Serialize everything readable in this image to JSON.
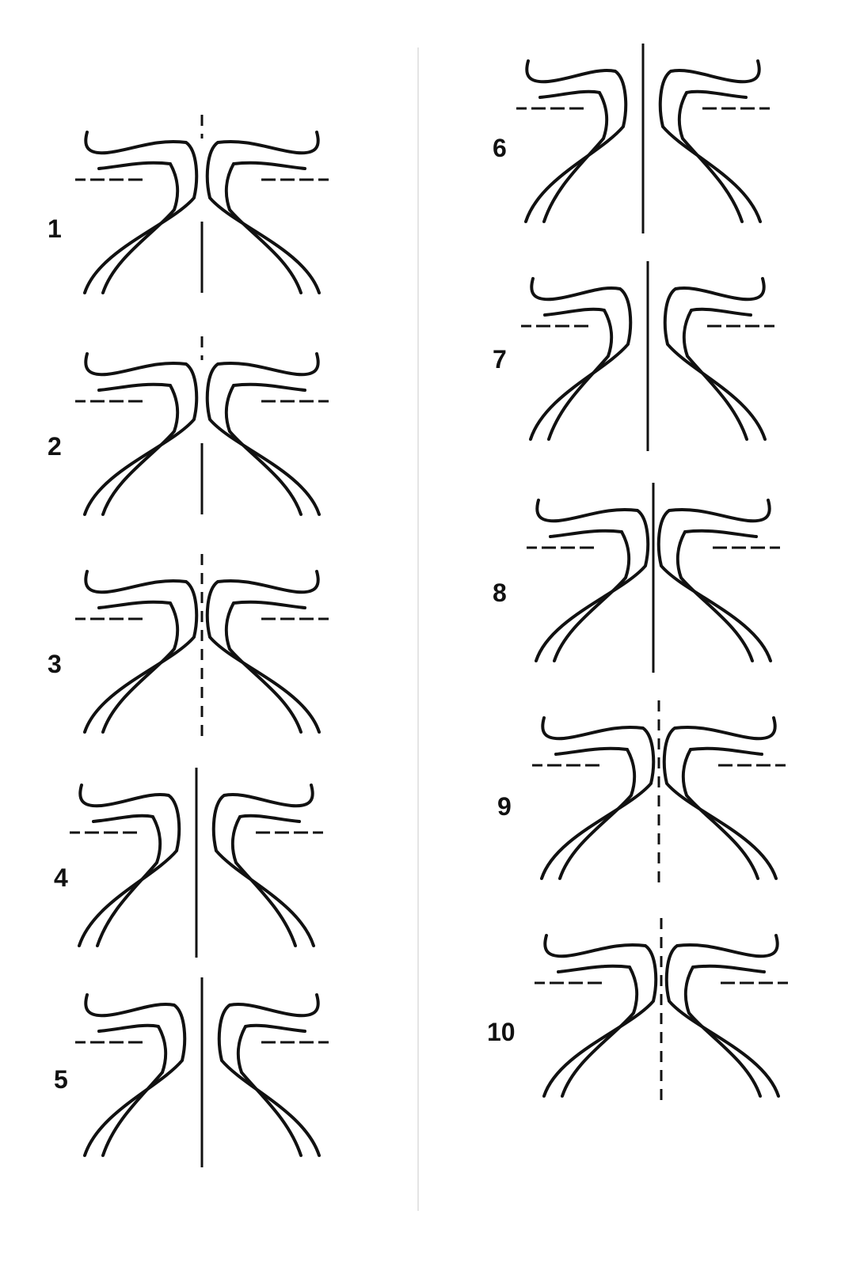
{
  "figure": {
    "panels": [
      {
        "label": "1",
        "column": "left"
      },
      {
        "label": "2",
        "column": "left"
      },
      {
        "label": "3",
        "column": "left"
      },
      {
        "label": "4",
        "column": "left"
      },
      {
        "label": "5",
        "column": "left"
      },
      {
        "label": "6",
        "column": "right"
      },
      {
        "label": "7",
        "column": "right"
      },
      {
        "label": "8",
        "column": "right"
      },
      {
        "label": "9",
        "column": "right"
      },
      {
        "label": "10",
        "column": "right"
      }
    ]
  }
}
